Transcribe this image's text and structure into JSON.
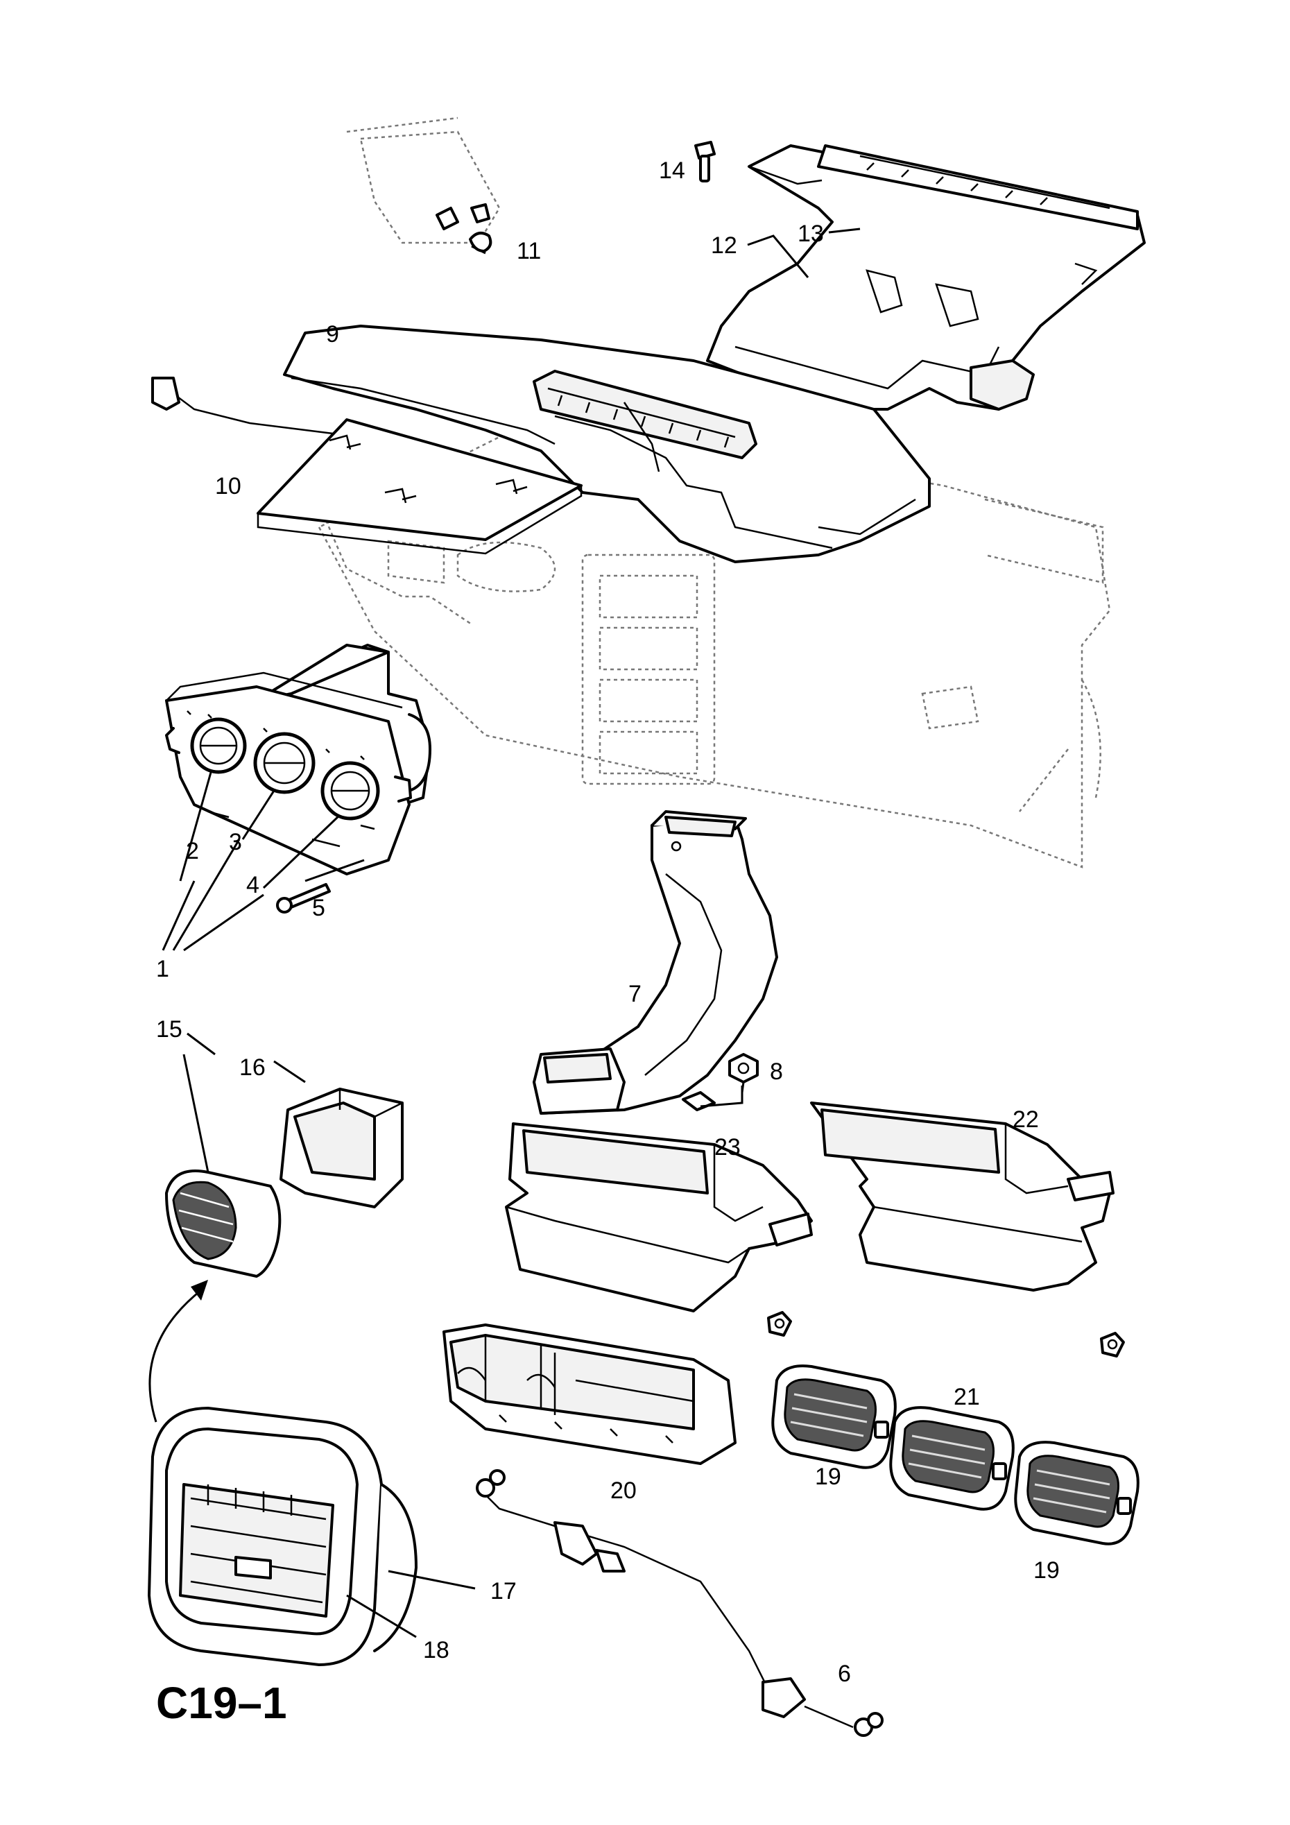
{
  "diagram": {
    "code": "C19–1",
    "labels": {
      "l1": "1",
      "l2": "2",
      "l3": "3",
      "l4": "4",
      "l5": "5",
      "l6": "6",
      "l7": "7",
      "l8": "8",
      "l9": "9",
      "l10": "10",
      "l11": "11",
      "l12": "12",
      "l13": "13",
      "l14": "14",
      "l15": "15",
      "l16": "16",
      "l17": "17",
      "l18": "18",
      "l19a": "19",
      "l19b": "19",
      "l20": "20",
      "l21": "21",
      "l22": "22",
      "l23": "23"
    }
  }
}
